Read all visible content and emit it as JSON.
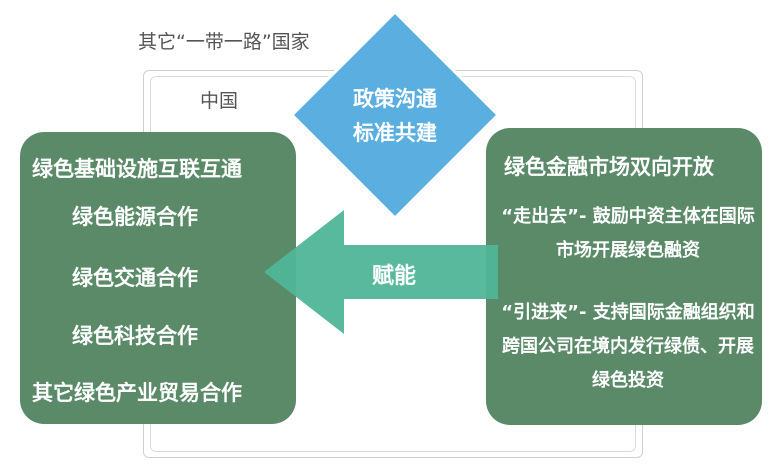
{
  "outer_label": "其它“一带一路”国家",
  "inner_label": "中国",
  "diamond": {
    "line1": "政策沟通",
    "line2": "标准共建"
  },
  "arrow_label": "赋能",
  "left_box": {
    "items": [
      "绿色基础设施互联互通",
      "绿色能源合作",
      "绿色交通合作",
      "绿色科技合作",
      "其它绿色产业贸易合作"
    ]
  },
  "right_box": {
    "title": "绿色金融市场双向开放",
    "para1": "“走出去”- 鼓励中资主体在国际市场开展绿色融资",
    "para2": "“引进来”- 支持国际金融组织和跨国公司在境内发行绿债、开展绿色投资"
  },
  "colors": {
    "box_green": "#5a8a68",
    "arrow_teal": "#4fb597",
    "diamond_blue": "#5aaee0"
  }
}
